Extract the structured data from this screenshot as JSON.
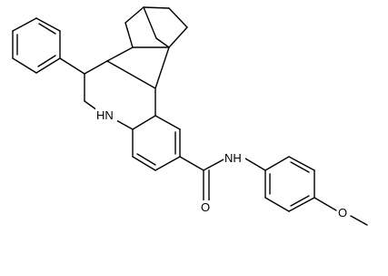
{
  "structure": {
    "labels": {
      "amine_nh": "HN",
      "amide_nh": "NH",
      "carbonyl_o": "O",
      "methoxy_o": "O"
    },
    "colors": {
      "bond": "#000000",
      "background": "#ffffff"
    }
  }
}
